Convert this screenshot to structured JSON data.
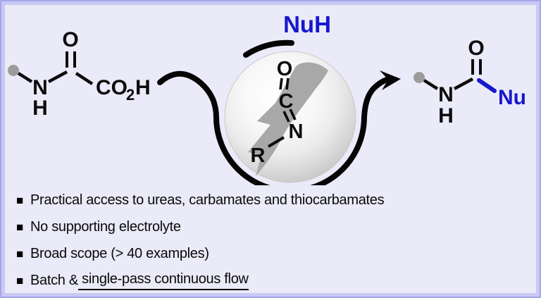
{
  "scheme": {
    "reactant": {
      "n": "N",
      "h": "H",
      "o": "O",
      "acid_co": "CO",
      "acid_sub": "2",
      "acid_h": "H"
    },
    "sphere": {
      "nuh": "NuH",
      "o": "O",
      "c": "C",
      "n": "N",
      "r": "R"
    },
    "product": {
      "n": "N",
      "h": "H",
      "o": "O",
      "nu": "Nu"
    },
    "colors": {
      "accent_blue": "#1717cf",
      "bolt_gray": "#a8a8a8",
      "dot_gray": "#9c9c9c",
      "arrow_black": "#050505",
      "background": "#eaeaf9",
      "border_band": "#c8c8f4",
      "border_edge": "#a6a6e8"
    }
  },
  "bullets": {
    "glyph": "■",
    "items": [
      {
        "text": "Practical access to ureas, carbamates and thiocarbamates"
      },
      {
        "text": "No supporting electrolyte"
      },
      {
        "text": "Broad scope (> 40 examples)"
      },
      {
        "prefix": "Batch &",
        "underlined": " single-pass continuous flow"
      }
    ]
  }
}
